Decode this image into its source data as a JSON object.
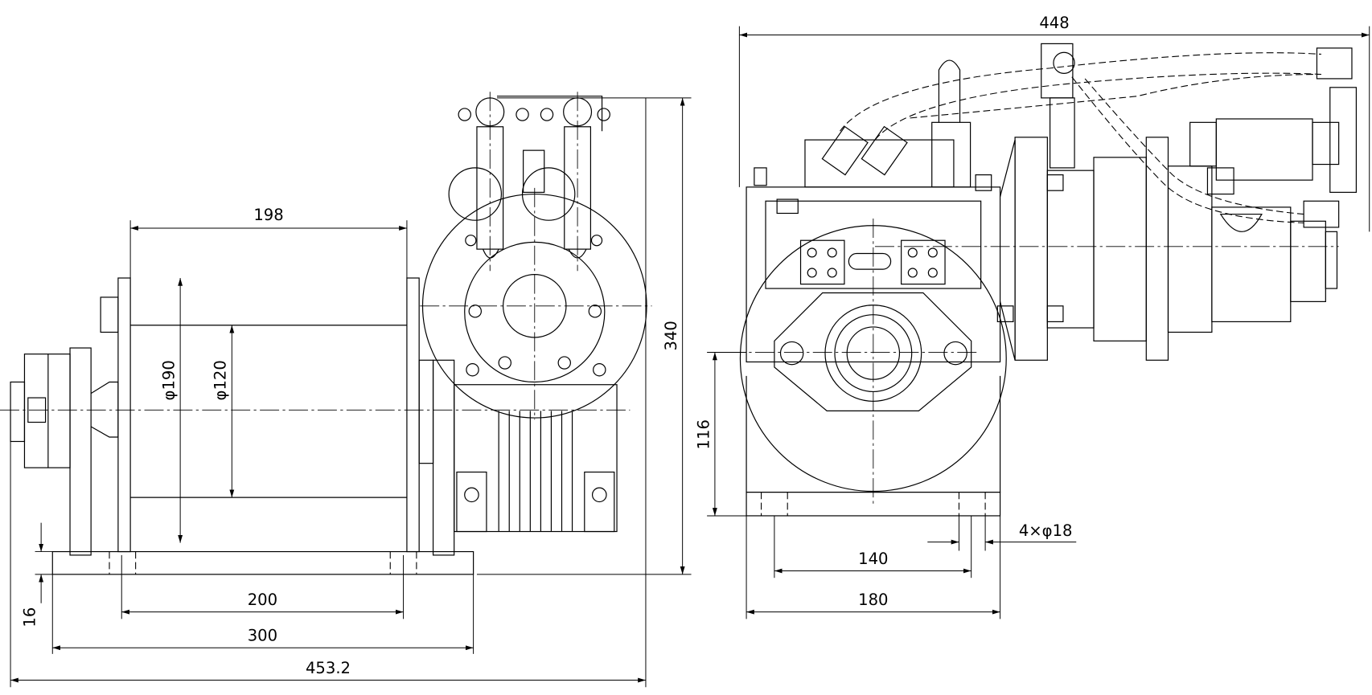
{
  "drawing": {
    "side_view": {
      "dims": {
        "drum_length": "198",
        "flange_diameter": "φ190",
        "drum_diameter": "φ120",
        "overall_height": "340",
        "mount_spacing": "200",
        "base_length": "300",
        "overall_length": "453.2",
        "base_thickness": "16"
      }
    },
    "end_view": {
      "dims": {
        "overall_width": "448",
        "center_height": "116",
        "hole_spacing": "140",
        "base_width": "180",
        "holes": "4×φ18"
      }
    }
  }
}
